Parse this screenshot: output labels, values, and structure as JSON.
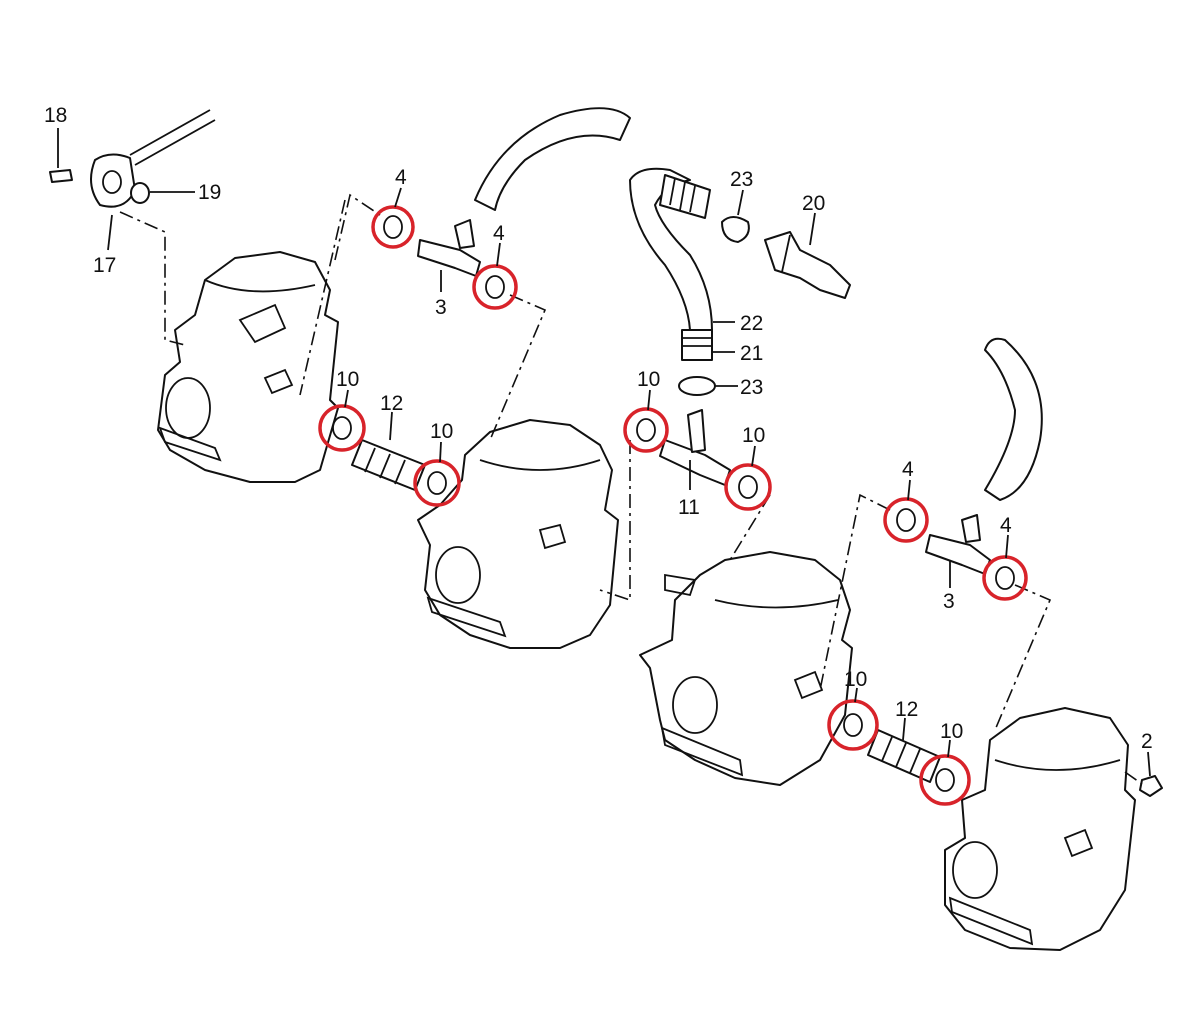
{
  "diagram": {
    "callouts": {
      "c18": "18",
      "c19": "19",
      "c17": "17",
      "c4a": "4",
      "c4b": "4",
      "c3a": "3",
      "c23a": "23",
      "c20": "20",
      "c22": "22",
      "c21": "21",
      "c23b": "23",
      "c10a": "10",
      "c12a": "12",
      "c10b": "10",
      "c10c": "10",
      "c10d": "10",
      "c11": "11",
      "c4c": "4",
      "c4d": "4",
      "c3b": "3",
      "c10e": "10",
      "c12b": "12",
      "c10f": "10",
      "c2": "2"
    },
    "highlight_color": "#d8232a",
    "line_color": "#111111"
  }
}
